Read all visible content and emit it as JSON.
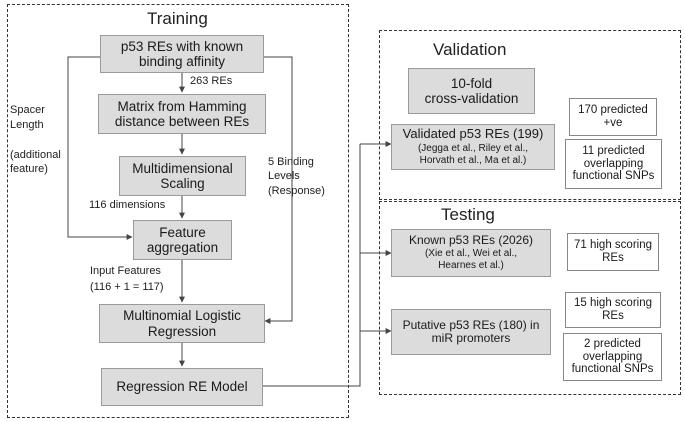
{
  "training": {
    "title": "Training",
    "boxes": {
      "known": "p53 REs with known\nbinding affinity",
      "matrix": "Matrix from Hamming\ndistance between REs",
      "mds": "Multidimensional\nScaling",
      "feature": "Feature\naggregation",
      "mlr": "Multinomial Logistic\nRegression",
      "model": "Regression RE Model"
    },
    "labels": {
      "res_count": "263 REs",
      "dimensions": "116 dimensions",
      "input_features": "Input Features\n(116 + 1 = 117)",
      "spacer": "Spacer\nLength\n\n(additional\nfeature)",
      "binding_levels": "5 Binding\nLevels\n(Response)"
    }
  },
  "validation": {
    "title": "Validation",
    "cv": "10-fold\ncross-validation",
    "validated_title": "Validated p53 REs (199)",
    "validated_refs": "(Jegga et al., Riley et al.,\nHorvath et al., Ma et al.)",
    "result_positive": "170 predicted\n+ve",
    "result_snps": "11 predicted\noverlapping\nfunctional SNPs"
  },
  "testing": {
    "title": "Testing",
    "known_title": "Known p53 REs (2026)",
    "known_refs": "(Xie et al., Wei et al.,\nHearnes et al.)",
    "putative": "Putative p53 REs (180) in\nmiR promoters",
    "result_known": "71 high scoring\nREs",
    "result_putative": "15 high scoring\nREs",
    "result_snps": "2 predicted\noverlapping\nfunctional SNPs"
  }
}
